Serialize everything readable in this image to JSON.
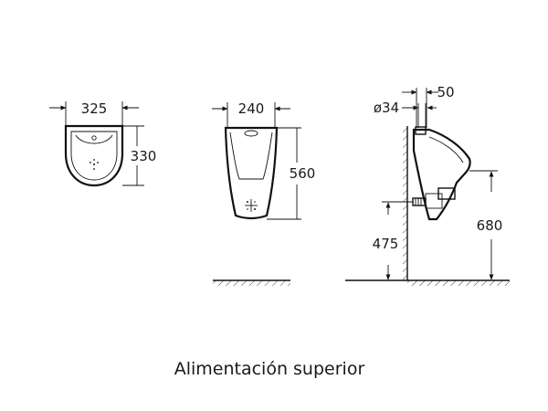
{
  "views": {
    "top": {
      "width_label": "325",
      "depth_label": "330"
    },
    "front": {
      "width_label": "240",
      "height_label": "560"
    },
    "side": {
      "pipe_diameter_label": "ø34",
      "pipe_offset_label": "50",
      "outlet_height_label": "475",
      "rim_height_label": "680"
    }
  },
  "caption": "Alimentación superior"
}
